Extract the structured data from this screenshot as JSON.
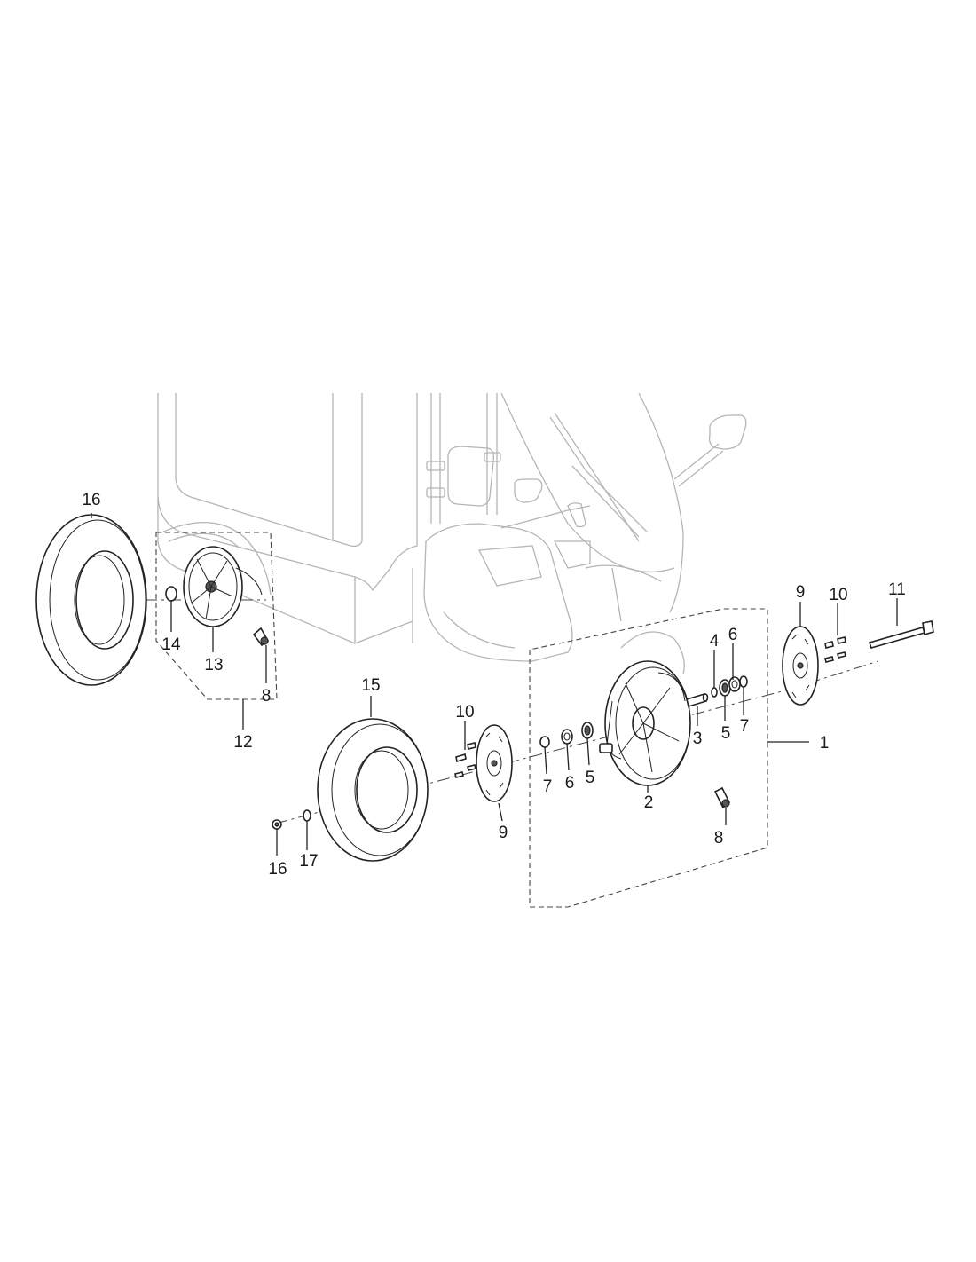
{
  "callouts": {
    "c1": "1",
    "c2": "2",
    "c3": "3",
    "c4": "4",
    "c5a": "5",
    "c5b": "5",
    "c6a": "6",
    "c6b": "6",
    "c7a": "7",
    "c7b": "7",
    "c8a": "8",
    "c8b": "8",
    "c9a": "9",
    "c9b": "9",
    "c10a": "10",
    "c10b": "10",
    "c11": "11",
    "c12": "12",
    "c13": "13",
    "c14": "14",
    "c15": "15",
    "c16a": "16",
    "c16b": "16",
    "c17": "17"
  },
  "colors": {
    "ink": "#222222",
    "ghost": "#b5b5b5",
    "background": "#ffffff"
  }
}
